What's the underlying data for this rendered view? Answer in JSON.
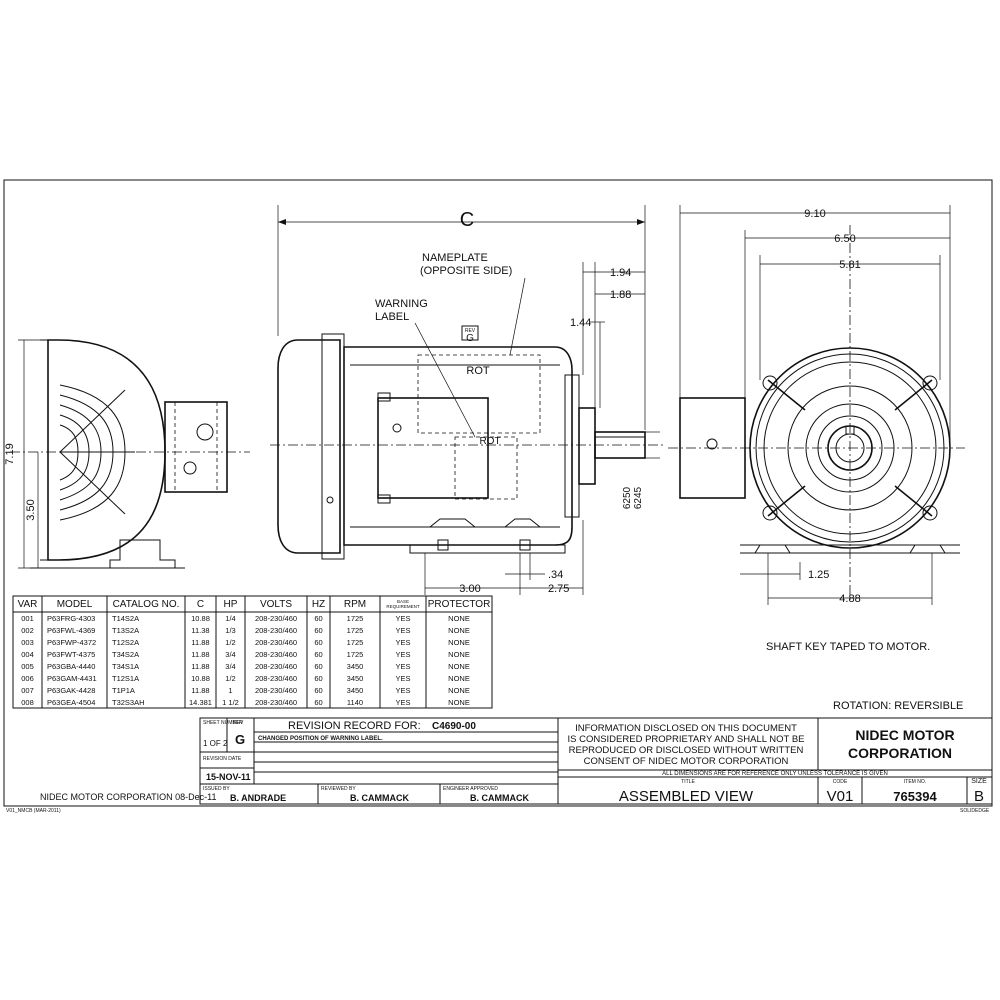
{
  "dimensions": {
    "c": "C",
    "d_7_19": "7.19",
    "d_3_50": "3.50",
    "d_1_94": "1.94",
    "d_1_88": "1.88",
    "d_1_44": "1.44",
    "d_6250": "6250",
    "d_6245": "6245",
    "d_3_00": "3.00",
    "d_0_34": ".34",
    "d_2_75": "2.75",
    "d_9_10": "9.10",
    "d_6_50": "6.50",
    "d_5_81": "5.81",
    "d_1_25": "1.25",
    "d_4_88": "4.88"
  },
  "callouts": {
    "nameplate_1": "NAMEPLATE",
    "nameplate_2": "(OPPOSITE SIDE)",
    "warning_1": "WARNING",
    "warning_2": "LABEL",
    "rev_tag_small": "REV",
    "rev_tag": "G",
    "rot_label": "ROT",
    "shaft_key_note": "SHAFT KEY TAPED TO MOTOR.",
    "rotation_note": "ROTATION:  REVERSIBLE"
  },
  "table": {
    "headers": [
      "VAR",
      "MODEL",
      "CATALOG NO.",
      "C",
      "HP",
      "VOLTS",
      "HZ",
      "RPM",
      "BASE REQUIREMENT",
      "PROTECTOR"
    ],
    "rows": [
      [
        "001",
        "P63FRG-4303",
        "T14S2A",
        "10.88",
        "1/4",
        "208-230/460",
        "60",
        "1725",
        "YES",
        "NONE"
      ],
      [
        "002",
        "P63FWL-4369",
        "T13S2A",
        "11.38",
        "1/3",
        "208-230/460",
        "60",
        "1725",
        "YES",
        "NONE"
      ],
      [
        "003",
        "P63FWP-4372",
        "T12S2A",
        "11.88",
        "1/2",
        "208-230/460",
        "60",
        "1725",
        "YES",
        "NONE"
      ],
      [
        "004",
        "P63FWT-4375",
        "T34S2A",
        "11.88",
        "3/4",
        "208-230/460",
        "60",
        "1725",
        "YES",
        "NONE"
      ],
      [
        "005",
        "P63GBA-4440",
        "T34S1A",
        "11.88",
        "3/4",
        "208-230/460",
        "60",
        "3450",
        "YES",
        "NONE"
      ],
      [
        "006",
        "P63GAM-4431",
        "T12S1A",
        "10.88",
        "1/2",
        "208-230/460",
        "60",
        "3450",
        "YES",
        "NONE"
      ],
      [
        "007",
        "P63GAK-4428",
        "T1P1A",
        "11.88",
        "1",
        "208-230/460",
        "60",
        "3450",
        "YES",
        "NONE"
      ],
      [
        "008",
        "P63GEA-4504",
        "T32S3AH",
        "14.381",
        "1 1/2",
        "208-230/460",
        "60",
        "1140",
        "YES",
        "NONE"
      ]
    ]
  },
  "revision": {
    "sheet_label": "SHEET NUMBER",
    "sheet_value": "1 OF 2",
    "rev_label": "REV",
    "rev_value": "G",
    "title": "REVISION RECORD FOR:",
    "record_number": "C4690-00",
    "change_text": "CHANGED POSITION OF WARNING LABEL.",
    "date_label": "REVISION DATE",
    "date_value": "15-NOV-11",
    "issued_label": "ISSUED BY",
    "issued_value": "B. ANDRADE",
    "reviewed_label": "REVIEWED BY",
    "reviewed_value": "B. CAMMACK",
    "engineer_label": "ENGINEER APPROVED",
    "engineer_value": "B. CAMMACK"
  },
  "notice": {
    "line1": "INFORMATION DISCLOSED ON THIS DOCUMENT",
    "line2": "IS CONSIDERED PROPRIETARY AND SHALL NOT BE",
    "line3": "REPRODUCED OR DISCLOSED WITHOUT WRITTEN",
    "line4": "CONSENT OF NIDEC MOTOR CORPORATION",
    "ref_note": "ALL DIMENSIONS ARE FOR REFERENCE ONLY UNLESS TOLERANCE IS GIVEN"
  },
  "title_block": {
    "company_1": "NIDEC MOTOR",
    "company_2": "CORPORATION",
    "title_label": "TITLE",
    "title_value": "ASSEMBLED VIEW",
    "code_label": "CODE",
    "code_value": "V01",
    "item_label": "ITEM NO.",
    "item_value": "765394",
    "size_label": "SIZE",
    "size_value": "B"
  },
  "footer": {
    "left_corp": "NIDEC MOTOR CORPORATION 08-Dec-11",
    "form_code": "V01_NMCB (MAR-2011)",
    "solid_edge": "SOLIDEDGE"
  }
}
